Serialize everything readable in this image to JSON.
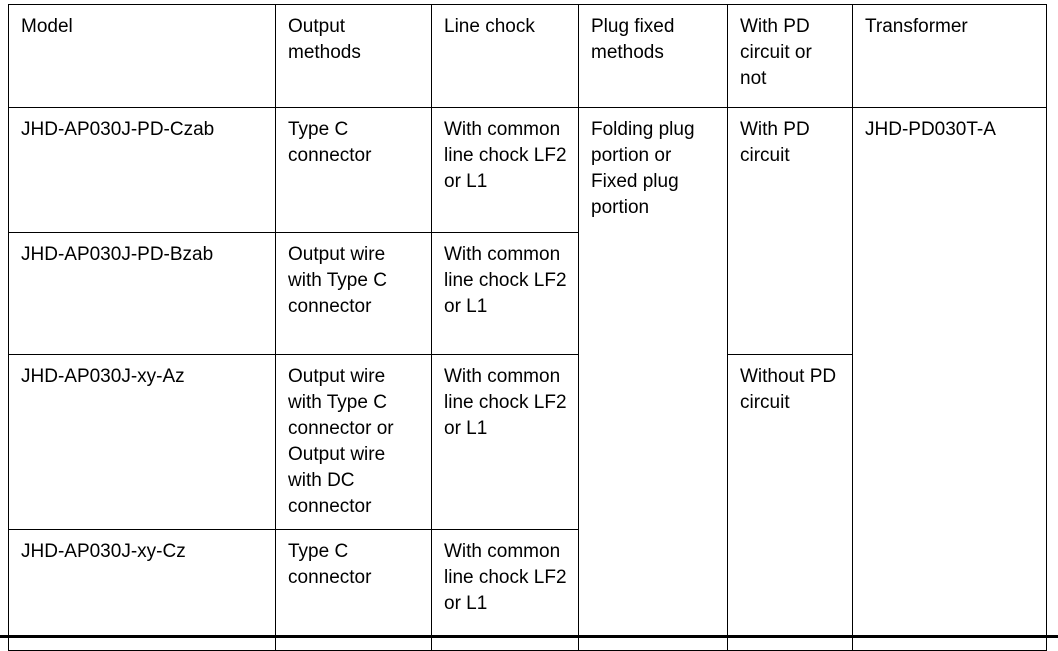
{
  "table": {
    "headers": [
      "Model",
      "Output methods",
      "Line chock",
      "Plug fixed methods",
      "With PD circuit or not",
      "Transformer"
    ],
    "rows": [
      {
        "model": "JHD-AP030J-PD-Czab",
        "output_methods": "Type C connector",
        "line_chock": "With common line chock LF2 or L1"
      },
      {
        "model": "JHD-AP030J-PD-Bzab",
        "output_methods": "Output wire with Type C connector",
        "line_chock": "With common line chock LF2 or L1"
      },
      {
        "model": "JHD-AP030J-xy-Az",
        "output_methods": "Output wire with Type C connector or Output wire with DC connector",
        "line_chock": "With common line chock LF2 or L1"
      },
      {
        "model": "JHD-AP030J-xy-Cz",
        "output_methods": "Type C connector",
        "line_chock": "With common line chock LF2 or L1"
      }
    ],
    "merged": {
      "plug_fixed_methods": "Folding plug portion or Fixed plug portion",
      "pd_circuit_rows_1_2": "With PD circuit",
      "pd_circuit_rows_3_4": "Without PD circuit",
      "transformer": "JHD-PD030T-A"
    }
  }
}
